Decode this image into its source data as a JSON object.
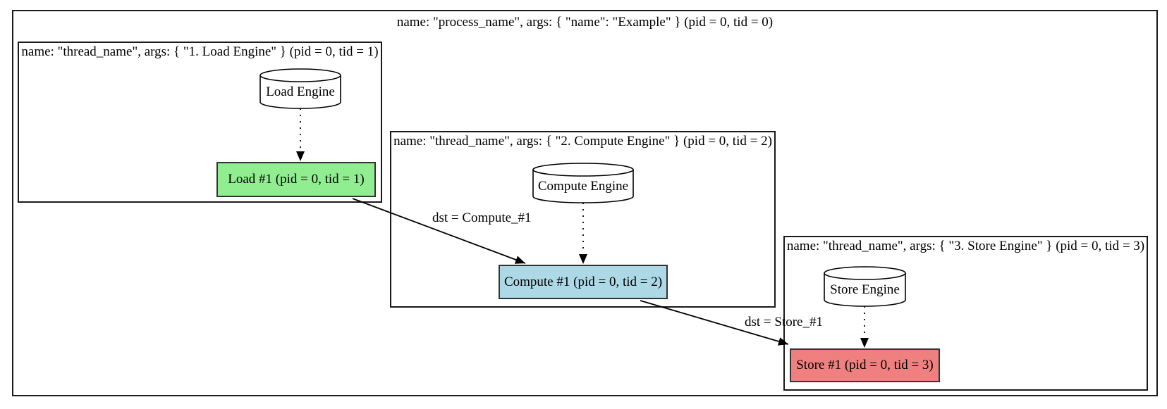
{
  "process": {
    "label": "name: \"process_name\", args: { \"name\": \"Example\" } (pid = 0, tid = 0)"
  },
  "threads": [
    {
      "label": "name: \"thread_name\", args: { \"1. Load Engine\" } (pid = 0, tid = 1)",
      "engine_label": "Load Engine",
      "node_label": "Load #1 (pid = 0, tid = 1)",
      "node_color": "#90EE90"
    },
    {
      "label": "name: \"thread_name\", args: { \"2. Compute Engine\" } (pid = 0, tid = 2)",
      "engine_label": "Compute Engine",
      "node_label": "Compute #1 (pid = 0, tid = 2)",
      "node_color": "#ADD8E6"
    },
    {
      "label": "name: \"thread_name\", args: { \"3. Store Engine\" } (pid = 0, tid = 3)",
      "engine_label": "Store Engine",
      "node_label": "Store #1 (pid = 0, tid = 3)",
      "node_color": "#F08080"
    }
  ],
  "edges": [
    {
      "label": "dst = Compute_#1"
    },
    {
      "label": "dst = Store_#1"
    }
  ],
  "colors": {
    "load_node": "#90EE90",
    "compute_node": "#ADD8E6",
    "store_node": "#F08080",
    "line": "#000000",
    "cylinder_fill": "#ffffff"
  }
}
